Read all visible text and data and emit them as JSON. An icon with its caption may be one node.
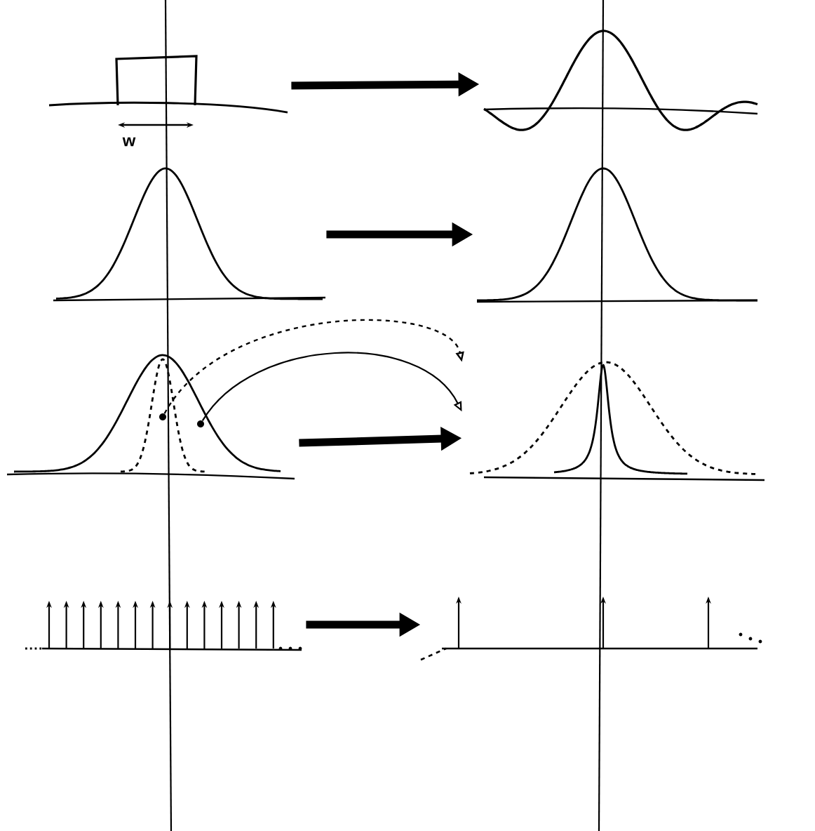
{
  "diagram": {
    "nodes": [
      {
        "text": [],
        "shape": "picture"
      },
      {
        "text": [],
        "shape": "picture"
      },
      {
        "text": [],
        "shape": "picture"
      },
      {
        "text": [],
        "shape": "picture"
      },
      {
        "text": [],
        "shape": "picture"
      },
      {
        "text": [],
        "shape": "picture"
      },
      {
        "text": [],
        "shape": "picture"
      },
      {
        "text": [],
        "shape": "picture"
      },
      {
        "text": [],
        "shape": "circle",
        "in": 4
      },
      {
        "text": [],
        "shape": "circle",
        "in": 4
      }
    ],
    "edges": [
      {
        "from": 0,
        "to": 1,
        "arrow": "to"
      },
      {
        "from": 2,
        "to": 3,
        "arrow": "to"
      },
      {
        "from": 8,
        "to": 5,
        "arrow": "to",
        "style": "dashed"
      },
      {
        "from": 9,
        "to": 5,
        "arrow": "to"
      },
      {
        "from": 4,
        "to": 5,
        "arrow": "to"
      },
      {
        "from": 6,
        "to": 7,
        "arrow": "to"
      }
    ],
    "labels": [
      "w"
    ]
  }
}
